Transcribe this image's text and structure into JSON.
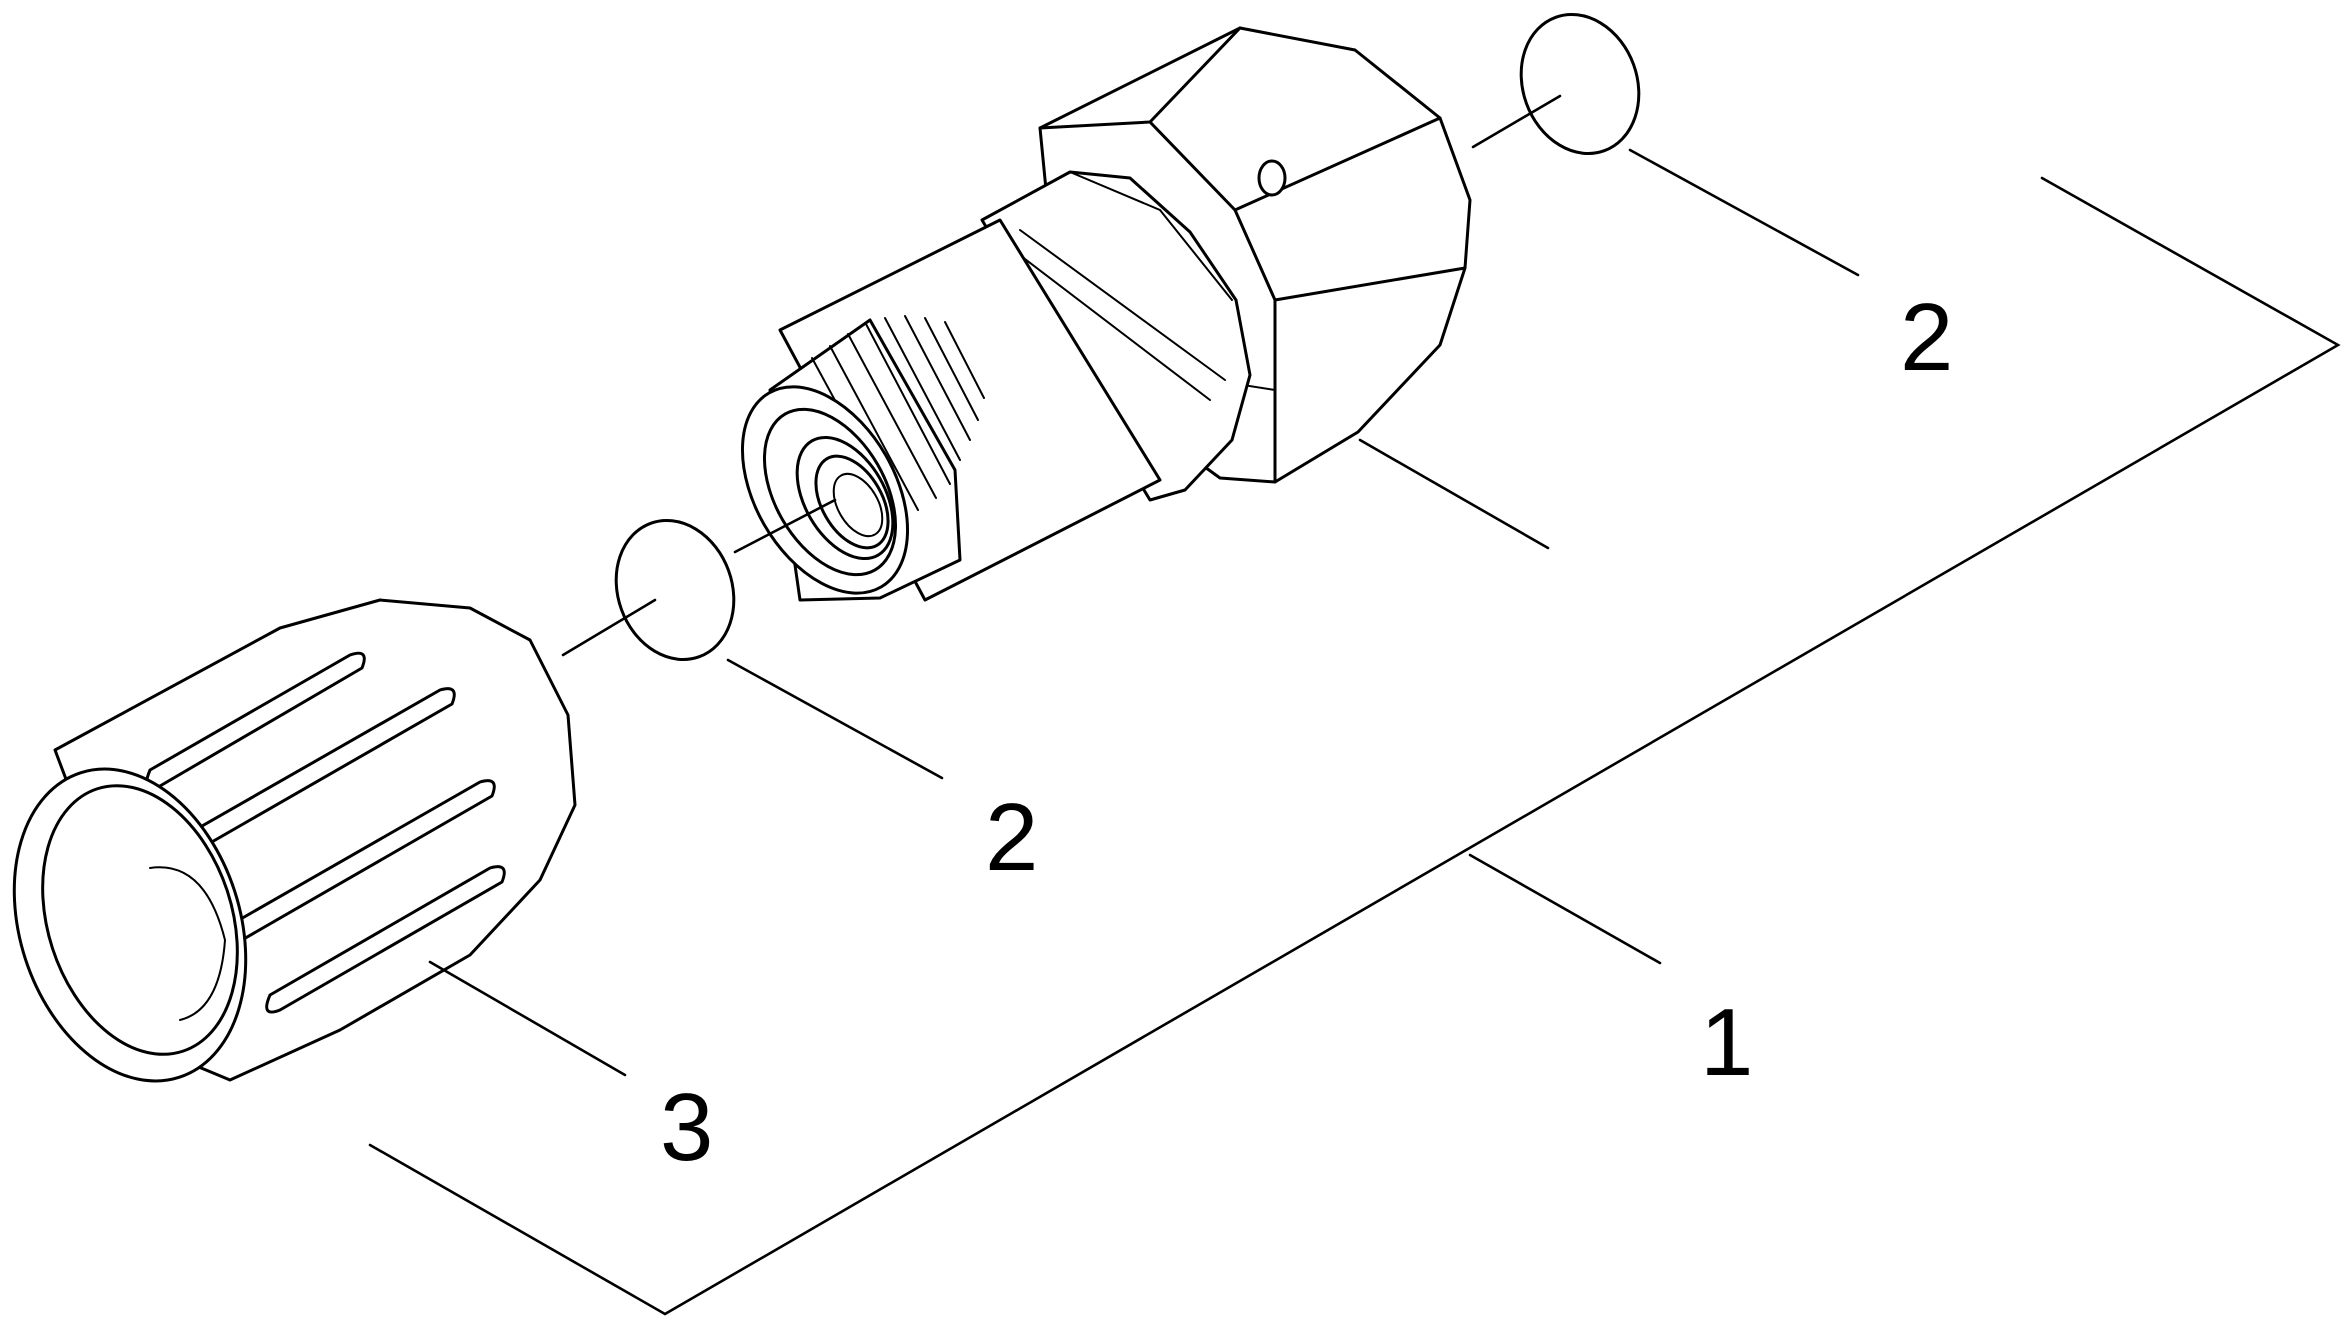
{
  "callouts": {
    "assembly": "1",
    "o_ring_upper": "2",
    "o_ring_lower": "2",
    "knob_nut": "3"
  },
  "colors": {
    "line": "#000000",
    "background": "#ffffff"
  }
}
